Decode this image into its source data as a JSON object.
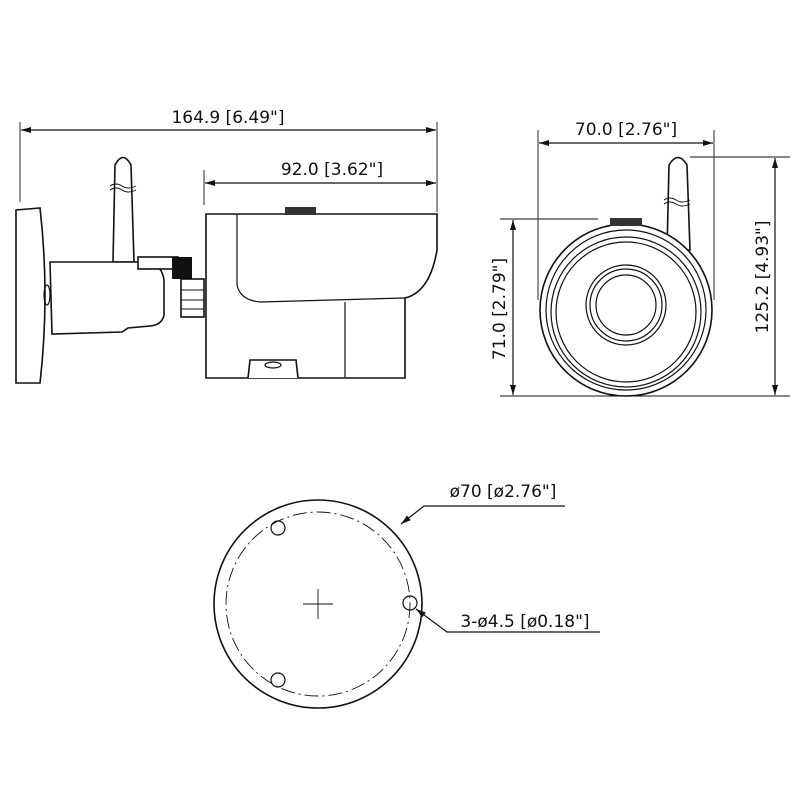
{
  "dimensions": {
    "overall_length": "164.9 [6.49\"]",
    "body_length": "92.0 [3.62\"]",
    "width": "70.0 [2.76\"]",
    "body_height": "71.0 [2.79\"]",
    "overall_height": "125.2 [4.93\"]",
    "base_diameter": "ø70 [ø2.76\"]",
    "mount_holes": "3-ø4.5 [ø0.18\"]"
  },
  "colors": {
    "line": "#111111",
    "background": "#ffffff"
  }
}
